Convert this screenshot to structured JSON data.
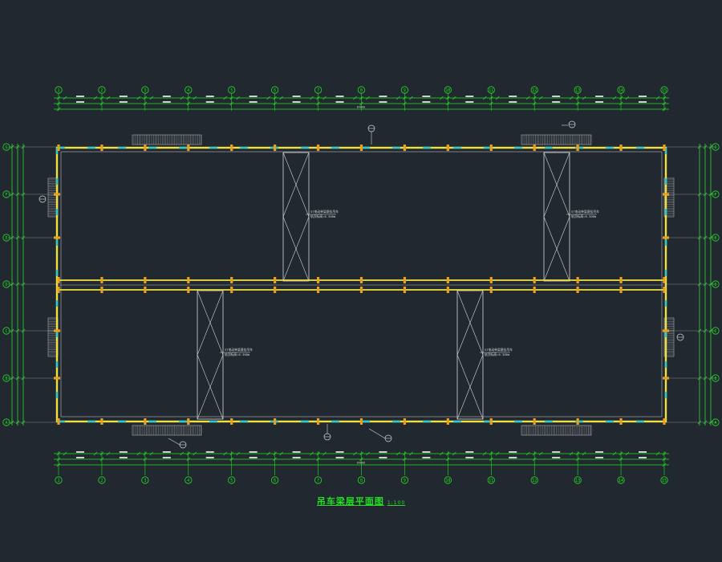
{
  "drawing": {
    "title": "吊车梁层平面图",
    "scale": "1:100"
  },
  "axes": {
    "columns": [
      "1",
      "2",
      "3",
      "4",
      "5",
      "6",
      "7",
      "8",
      "9",
      "10",
      "11",
      "12",
      "13",
      "14",
      "15"
    ],
    "rows_top_to_bottom": [
      "G",
      "F",
      "E",
      "D",
      "C",
      "B",
      "A"
    ]
  },
  "dimension_labels": {
    "overall": "84000"
  },
  "crane_notes": [
    {
      "line1": "5T电动单梁悬挂吊车",
      "line2": "轨顶标高=6.300m"
    },
    {
      "line1": "5T电动单梁悬挂吊车",
      "line2": "轨顶标高=6.300m"
    },
    {
      "line1": "5T电动单梁悬挂吊车",
      "line2": "轨顶标高=6.300m"
    },
    {
      "line1": "5T电动单梁悬挂吊车",
      "line2": "轨顶标高=6.300m"
    }
  ],
  "colors": {
    "background": "#212830",
    "axis_green": "#22e022",
    "beam_yellow": "#f0e040",
    "column_orange": "#e8a020",
    "cyan_accent": "#30c8c8",
    "line_white": "#d8d8d8",
    "stair_gray": "#9a9a9a"
  }
}
